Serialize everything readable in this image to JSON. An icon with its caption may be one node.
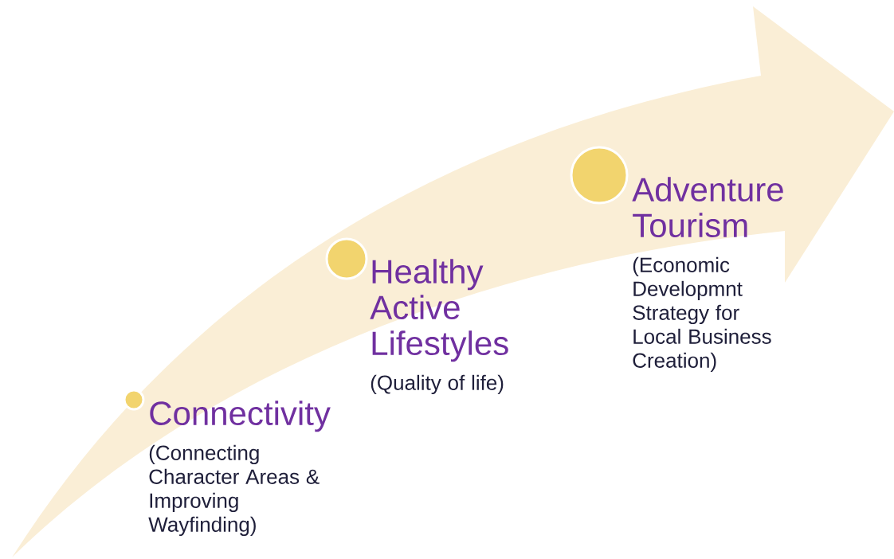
{
  "diagram": {
    "nodes": [
      {
        "text": [
          "Connectivity",
          "(Connecting Character Areas & Improving Wayfinding)"
        ]
      },
      {
        "text": [
          "Healthy Active Lifestyles",
          "(Quality of life)"
        ]
      },
      {
        "text": [
          "Adventure Tourism",
          "(Economic Developmnt Strategy for Local Business Creation)"
        ]
      }
    ]
  }
}
